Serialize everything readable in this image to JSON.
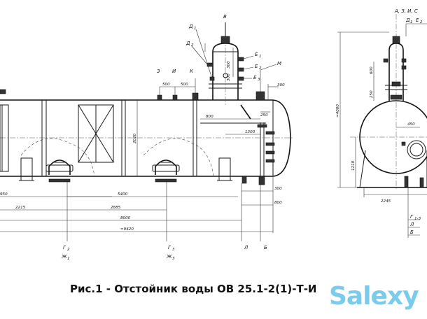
{
  "caption": "Рис.1 - Отстойник воды ОВ 25.1-2(1)-Т-И",
  "watermark": "Salexy",
  "nozzles": {
    "B": "В",
    "D1": "Д",
    "D2": "Д",
    "E1": "Е",
    "E2": "Е",
    "E3": "Е",
    "Z": "З",
    "I": "И",
    "K": "К",
    "M": "М",
    "right_top": "А, З, И, С",
    "right_d": "Д",
    "right_e": "Е",
    "g": "Г",
    "g2": "Г",
    "g3": "Г",
    "zh1": "Ж",
    "zh3": "Ж",
    "L": "Л",
    "B2": "Б",
    "L_right": "Л",
    "B_right": "Б",
    "g_right": "Г"
  },
  "subscripts": {
    "d1": "1",
    "d2": "2",
    "e1": "1",
    "e2": "2",
    "e3": "3",
    "g2": "2",
    "g3": "3",
    "zh1": "1",
    "zh3": "3",
    "g_right": "1-3",
    "d_right": "1",
    "e_right": "2"
  },
  "dimensions": {
    "d300_top": "300",
    "d300_mid": "300",
    "d500a": "500",
    "d500b": "500",
    "d300_m": "300",
    "d250": "250",
    "d800_top": "800",
    "d1300": "1300",
    "d2020": "2020",
    "d950": "950",
    "d2215": "2215",
    "d5400": "5400",
    "d2885": "2885",
    "d8000": "8000",
    "d9420": "≈9420",
    "d300_r": "300",
    "d800_r": "800",
    "r_600": "600",
    "r_250": "250",
    "r_4000": "≈4000",
    "r_450": "450",
    "r_1218": "1218",
    "r_2245": "2245"
  }
}
